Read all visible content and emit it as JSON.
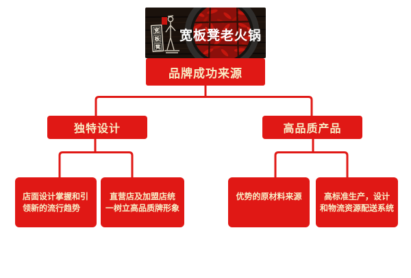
{
  "logo": {
    "brand_text": "宽板凳老火锅",
    "plaque_chars": [
      "宽",
      "板",
      "凳"
    ]
  },
  "colors": {
    "box_red": "#e01815",
    "text_cream": "#f8edc6",
    "pot_red": "#8c100b",
    "chili_red": "#c4170e",
    "logo_white": "#ffffff"
  },
  "diagram": {
    "root_label": "品牌成功来源",
    "branches": [
      {
        "label": "独特设计",
        "children": [
          {
            "lines": [
              "店面设计掌握和引",
              "领新的流行趋势"
            ]
          },
          {
            "lines": [
              "直营店及加盟店统",
              "一树立高品质牌形象"
            ]
          }
        ]
      },
      {
        "label": "高品质产品",
        "children": [
          {
            "lines": [
              "优势的原材料来源"
            ]
          },
          {
            "lines": [
              "高标准生产，设计",
              "和物流资源配送系统"
            ]
          }
        ]
      }
    ]
  }
}
